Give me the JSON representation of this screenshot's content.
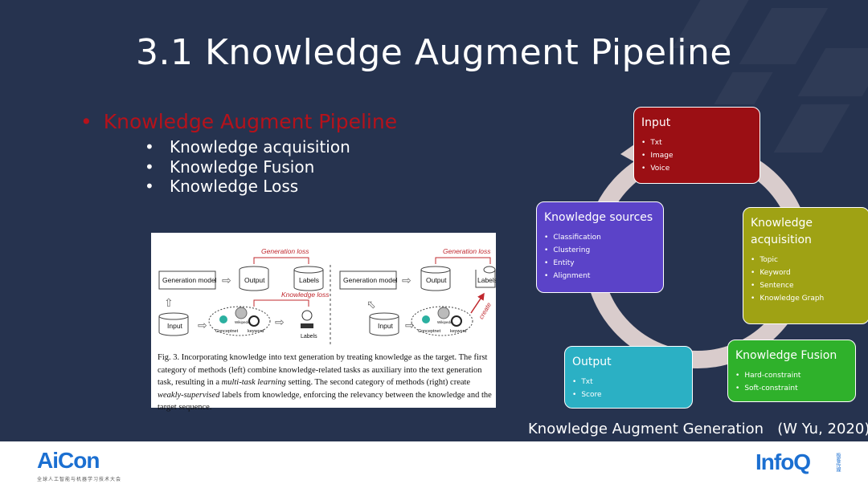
{
  "slide": {
    "title": "3.1 Knowledge Augment Pipeline",
    "main_bullet": "Knowledge Augment Pipeline",
    "sub_bullets": [
      "Knowledge acquisition",
      "Knowledge Fusion",
      "Knowledge Loss"
    ],
    "reference": "Knowledge Augment Generation   (W Yu, 2020)"
  },
  "figure": {
    "left": {
      "generation_loss": "Generation loss",
      "knowledge_loss": "Knowledge loss",
      "generation_model": "Generation model",
      "output": "Output",
      "labels": "Labels",
      "input": "Input",
      "labels2": "Labels",
      "conceptnet": "Conceptnet",
      "wikipedia": "Wikipedia",
      "keyword": "keyword"
    },
    "right": {
      "generation_loss": "Generation loss",
      "generation_model": "Generation model",
      "output": "Output",
      "labels": "Labels",
      "input": "Input",
      "create": "create",
      "conceptnet": "Conceptnet",
      "wikipedia": "Wikipedia",
      "keyword": "keyword"
    },
    "caption": {
      "p1": "Fig. 3.  Incorporating knowledge into text generation by treating knowledge as the target. The first category of methods (left) combine knowledge-related tasks as auxiliary into the text generation task, resulting in a ",
      "em1": "multi-task learning",
      "p2": " setting. The second category of methods (right) create ",
      "em2": "weakly-supervised",
      "p3": " labels from knowledge, enforcing the relevancy between the knowledge and the target sequence."
    }
  },
  "cycle": {
    "input": {
      "title": "Input",
      "items": [
        "Txt",
        "Image",
        "Voice"
      ],
      "color": "#9b0f14"
    },
    "acquisition": {
      "title": "Knowledge acquisition",
      "items": [
        "Topic",
        "Keyword",
        "Sentence",
        "Knowledge Graph"
      ],
      "color": "#9fa214"
    },
    "fusion": {
      "title": "Knowledge Fusion",
      "items": [
        "Hard-constraint",
        "Soft-constraint"
      ],
      "color": "#2fb12b"
    },
    "output": {
      "title": "Output",
      "items": [
        "Txt",
        "Score"
      ],
      "color": "#2bb0c4"
    },
    "sources": {
      "title": "Knowledge sources",
      "items": [
        "Classification",
        "Clustering",
        "Entity",
        "Alignment"
      ],
      "color": "#5b43c8"
    }
  },
  "footer": {
    "left_logo": "AiCon",
    "left_logo_sub": "全球人工智能与机器学习技术大会",
    "right_logo": "InfoQ",
    "right_logo_sub": "极客传媒"
  }
}
